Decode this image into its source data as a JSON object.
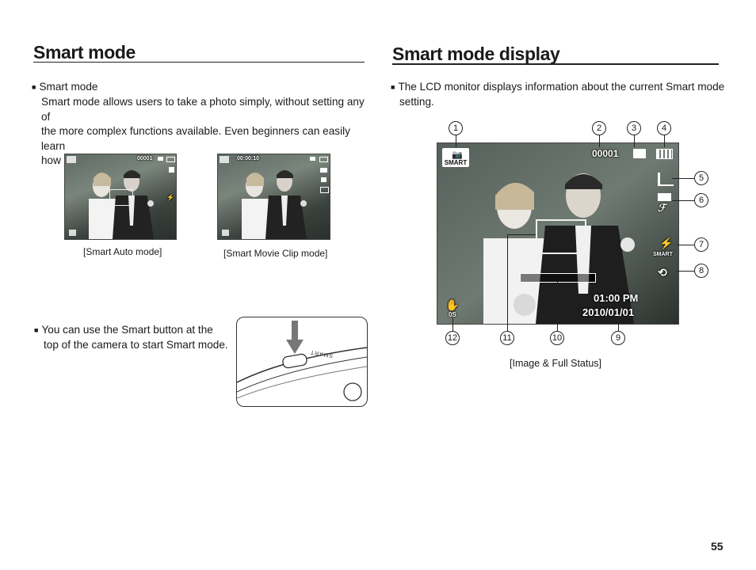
{
  "left": {
    "title": "Smart mode",
    "bullet_heading": "Smart mode",
    "bullet_text_lines": [
      "Smart mode allows users to take a photo simply, without setting any of",
      "the more complex functions available. Even beginners can easily learn",
      "how to operate it."
    ],
    "captions": {
      "auto": "[Smart Auto mode]",
      "movie": "[Smart Movie Clip mode]"
    },
    "auto_counter": "00001",
    "movie_timer": "00:00:10",
    "second_bullet_lines": [
      "You can use the Smart button at the",
      "top of the camera to start Smart mode."
    ],
    "camera_button_label": "SMART"
  },
  "right": {
    "title": "Smart mode display",
    "bullet_lines": [
      "The LCD monitor displays information about the current Smart mode",
      "setting."
    ],
    "caption": "[Image & Full Status]",
    "osd": {
      "mode": "SMART",
      "counter": "00001",
      "time": "01:00 PM",
      "date": "2010/01/01",
      "flash_label": "SMART",
      "iso_label": "0S"
    },
    "callouts": [
      "1",
      "2",
      "3",
      "4",
      "5",
      "6",
      "7",
      "8",
      "9",
      "10",
      "11",
      "12"
    ]
  },
  "page_number": "55"
}
